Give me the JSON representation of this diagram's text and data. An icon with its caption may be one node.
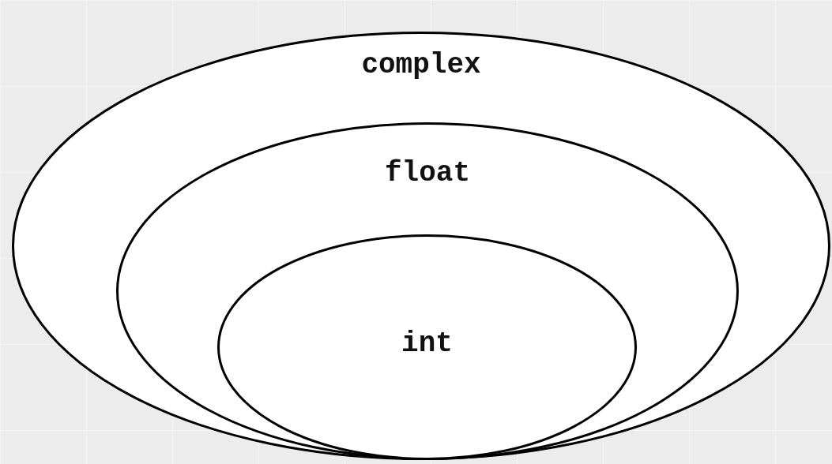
{
  "diagram": {
    "nodes": [
      {
        "text": [
          "complex"
        ]
      },
      {
        "text": [
          "float"
        ],
        "in": 0
      },
      {
        "text": [
          "int"
        ],
        "in": 1
      }
    ]
  }
}
